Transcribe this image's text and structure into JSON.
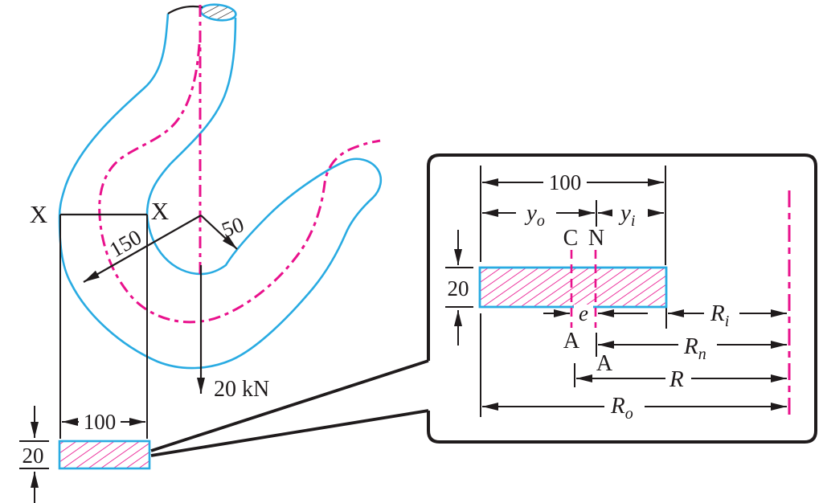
{
  "left_view": {
    "section_left": "X",
    "section_right": "X",
    "radius_outer": "150",
    "radius_inner": "50",
    "load": "20 kN",
    "width": "100",
    "thickness": "20"
  },
  "detail": {
    "width": "100",
    "thickness": "20",
    "centroid": "C",
    "neutral": "N",
    "ecc": "e",
    "section_a_top": "A",
    "section_a_bottom": "A",
    "yo": {
      "main": "y",
      "sub": "o"
    },
    "yi": {
      "main": "y",
      "sub": "i"
    },
    "Ri": {
      "main": "R",
      "sub": "i"
    },
    "Rn": {
      "main": "R",
      "sub": "n"
    },
    "R": {
      "main": "R",
      "sub": ""
    },
    "Ro": {
      "main": "R",
      "sub": "o"
    }
  },
  "colors": {
    "outline": "#29abe2",
    "centerline": "#e9118c",
    "ink": "#1f1b1c"
  }
}
